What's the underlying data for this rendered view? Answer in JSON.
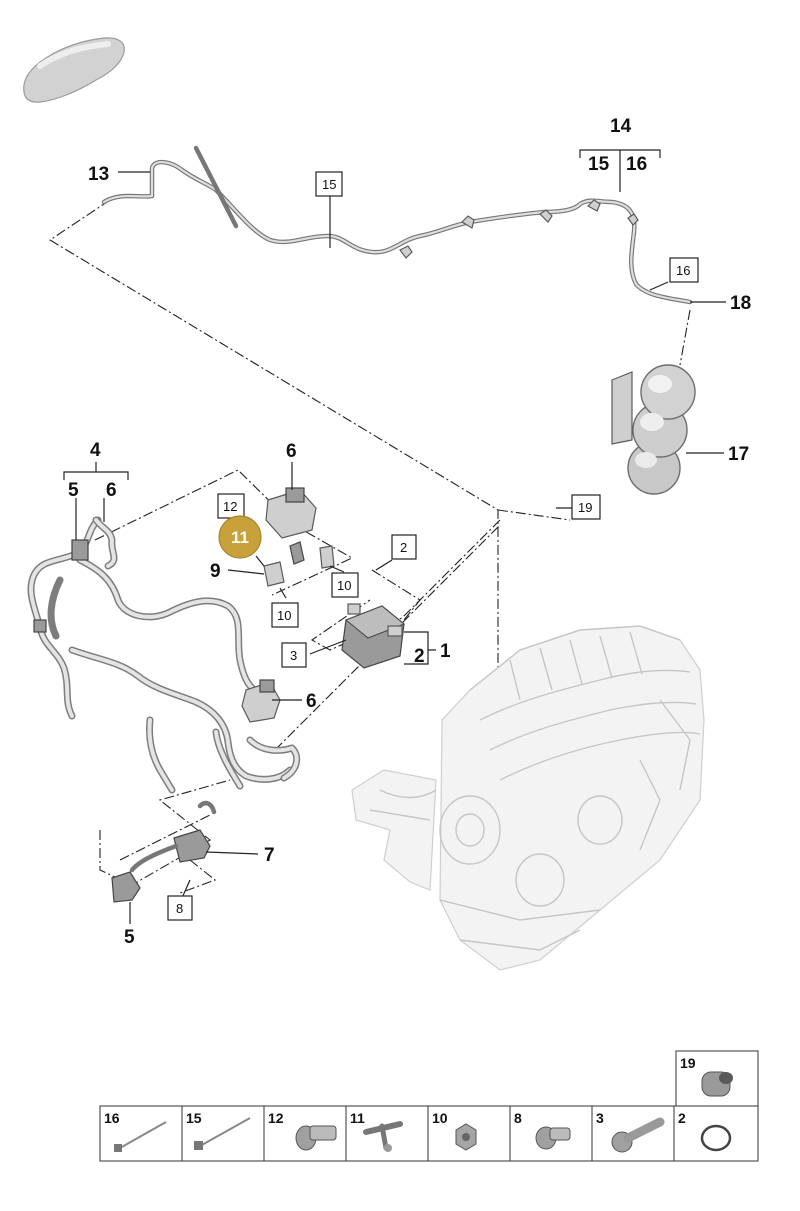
{
  "labels": {
    "l1": "1",
    "l2": "2",
    "l4": "4",
    "l5a": "5",
    "l6a": "6",
    "l5b": "5",
    "l6b": "6",
    "l6c": "6",
    "l7": "7",
    "l9": "9",
    "l13": "13",
    "l14": "14",
    "l15": "15",
    "l16": "16",
    "l17": "17",
    "l18": "18"
  },
  "boxed_labels": {
    "b15": "15",
    "b16": "16",
    "b19": "19",
    "b12": "12",
    "b2": "2",
    "b10a": "10",
    "b10b": "10",
    "b3": "3",
    "b8": "8"
  },
  "highlight": {
    "number": "11",
    "color": "#c9a13a"
  },
  "parts_table": {
    "top": [
      "19"
    ],
    "bottom": [
      "16",
      "15",
      "12",
      "11",
      "10",
      "8",
      "3",
      "2"
    ]
  },
  "icons": [
    "car-silhouette-icon",
    "engine-icon",
    "pressure-accumulator-icon",
    "valve-icon"
  ]
}
